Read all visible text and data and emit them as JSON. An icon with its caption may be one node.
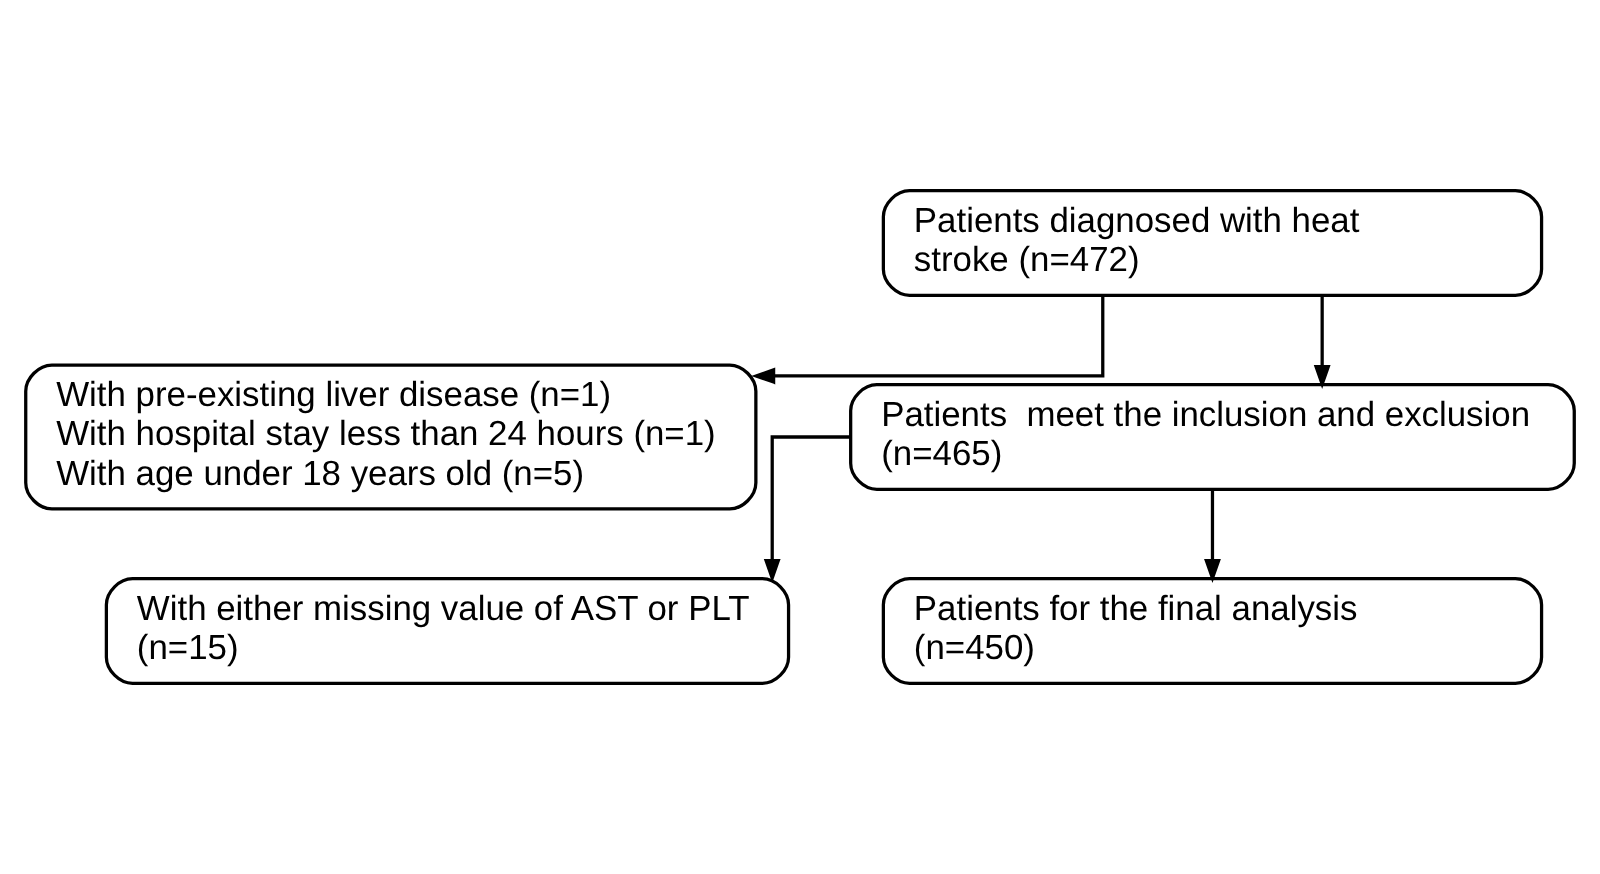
{
  "diagram": {
    "nodes": [
      {
        "text": [
          "Patients diagnosed with heat stroke (n=472)"
        ]
      },
      {
        "text": [
          "With pre-existing liver disease (n=1)",
          "With hospital stay less than 24 hours (n=1)",
          "With age under 18 years old (n=5)"
        ]
      },
      {
        "text": [
          "Patients  meet the inclusion and exclusion (n=465)"
        ]
      },
      {
        "text": [
          "With either missing value of AST or PLT (n=15)"
        ]
      },
      {
        "text": [
          "Patients for the final analysis (n=450)"
        ]
      }
    ],
    "edges": [
      {
        "from": 0,
        "to": 2,
        "arrow": "to"
      },
      {
        "from": 0,
        "to": 1,
        "arrow": "to"
      },
      {
        "from": 2,
        "to": 4,
        "arrow": "to"
      },
      {
        "from": 2,
        "to": 3,
        "arrow": "to"
      }
    ]
  }
}
